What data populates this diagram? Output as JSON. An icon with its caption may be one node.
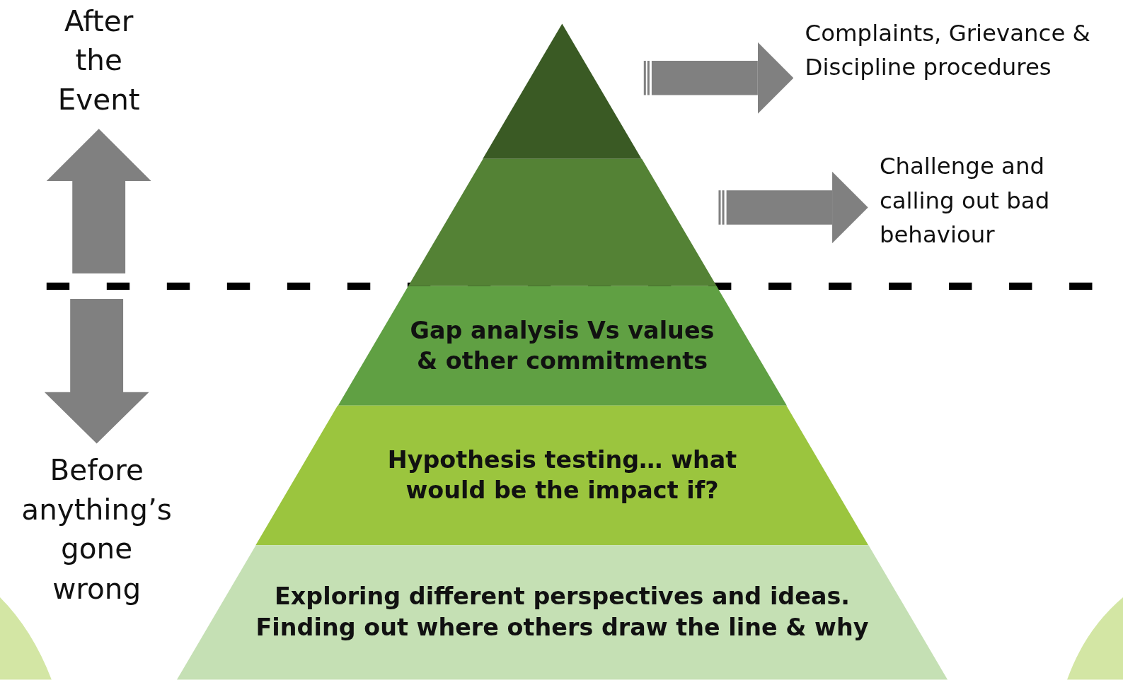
{
  "diagram": {
    "nodes": [
      {
        "text": [],
        "shape": "triangle"
      },
      {
        "text": [],
        "shape": "band"
      },
      {
        "text": [
          "Gap analysis Vs values & other commitments"
        ]
      },
      {
        "text": [
          "Hypothesis testing… what would be the impact if?"
        ]
      },
      {
        "text": [
          "Exploring different perspectives and ideas. Finding out where others draw the line & why"
        ]
      },
      {
        "text": [
          "Complaints, Grievance & Discipline procedures"
        ]
      },
      {
        "text": [
          "Challenge and calling out bad behaviour"
        ]
      }
    ],
    "edges": [
      {
        "from": 0,
        "to": 5,
        "arrow": "to"
      },
      {
        "from": 1,
        "to": 6,
        "arrow": "to"
      }
    ],
    "labels": [
      "After the Event",
      "Before anything’s gone wrong"
    ]
  }
}
